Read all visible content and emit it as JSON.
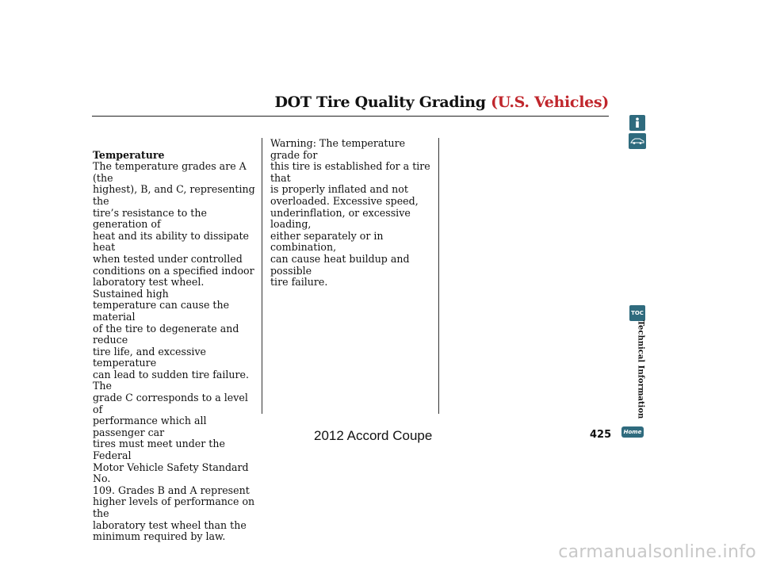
{
  "header": {
    "title": "DOT Tire Quality Grading",
    "title_accent": "(U.S. Vehicles)"
  },
  "left_column": {
    "heading": "Temperature",
    "body": "The temperature grades are A (the\nhighest), B, and C, representing the\ntire’s resistance to the generation of\nheat and its ability to dissipate heat\nwhen tested under controlled\nconditions on a specified indoor\nlaboratory test wheel. Sustained high\ntemperature can cause the material\nof the tire to degenerate and reduce\ntire life, and excessive temperature\ncan lead to sudden tire failure. The\ngrade C corresponds to a level of\nperformance which all passenger car\ntires must meet under the Federal\nMotor Vehicle Safety Standard No.\n109. Grades B and A represent\nhigher levels of performance on the\nlaboratory test wheel than the\nminimum required by law."
  },
  "right_column": {
    "body": "Warning: The temperature grade for\nthis tire is established for a tire that\nis properly inflated and not\noverloaded. Excessive speed,\nunderinflation, or excessive loading,\neither separately or in combination,\ncan cause heat buildup and possible\ntire failure."
  },
  "side_tabs": {
    "info_icon": "info-icon",
    "car_icon": "car-icon",
    "toc_label": "TOC",
    "home_label": "Home"
  },
  "section_label": "Technical Information",
  "page_number": "425",
  "footer_text": "2012 Accord Coupe",
  "watermark": "carmanualsonline.info",
  "colors": {
    "accent": "#c0262c",
    "tab": "#2f6b7e"
  }
}
